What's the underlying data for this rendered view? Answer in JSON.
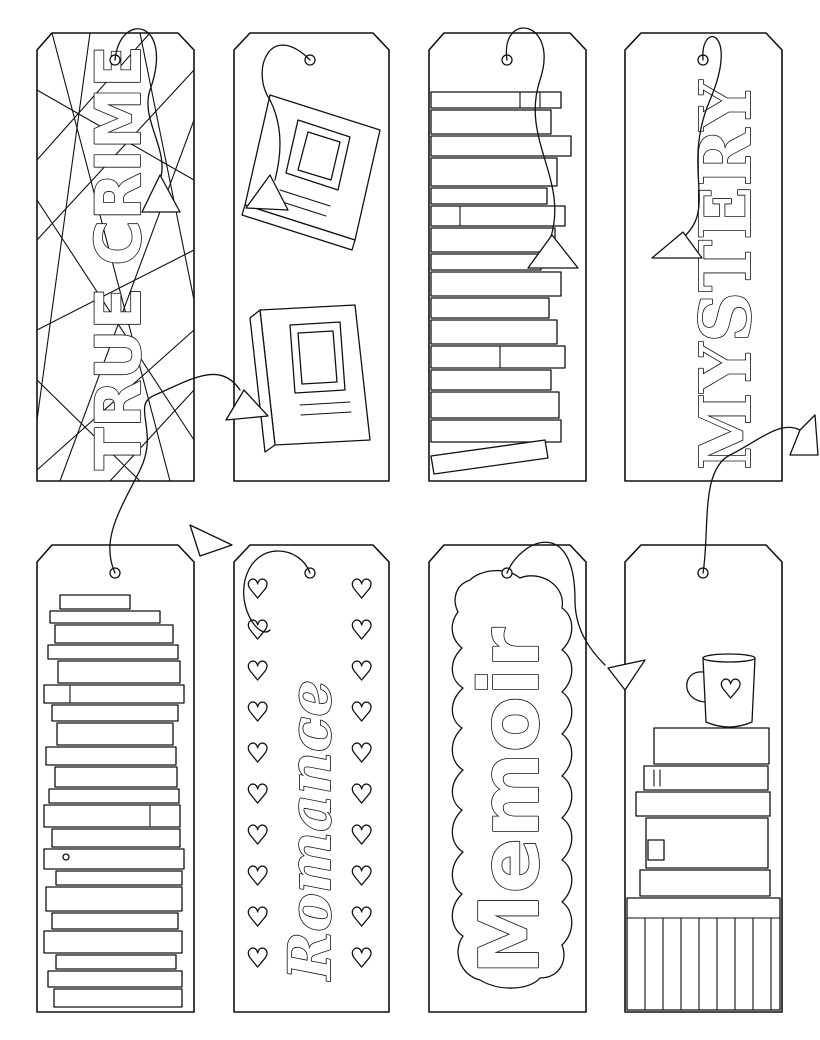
{
  "bookmarks": [
    {
      "id": "true-crime",
      "text": "TRUE CRIME"
    },
    {
      "id": "books-tilted",
      "text": ""
    },
    {
      "id": "book-shelf",
      "text": ""
    },
    {
      "id": "mystery",
      "text": "MYSTERY"
    },
    {
      "id": "book-stack",
      "text": ""
    },
    {
      "id": "romance",
      "text": "Romance",
      "motif_icon": "heart-icon"
    },
    {
      "id": "memoir",
      "text": "Memoir"
    },
    {
      "id": "coffee-books",
      "text": "",
      "motif_icon": "heart-icon"
    }
  ],
  "colors": {
    "ink": "#111111",
    "paper": "#ffffff"
  }
}
